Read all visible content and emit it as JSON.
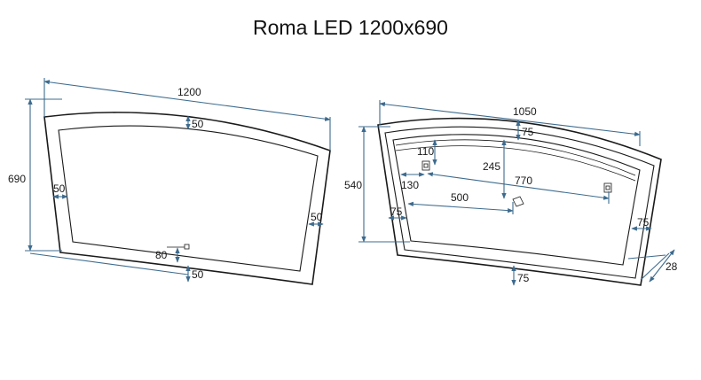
{
  "title": "Roma LED 1200x690",
  "front_view": {
    "dims": {
      "width": "1200",
      "height": "690",
      "top_frame": "50",
      "left_frame": "50",
      "right_frame": "50",
      "bottom_frame": "50",
      "sensor_offset": "80"
    }
  },
  "back_view": {
    "dims": {
      "width": "1050",
      "height": "540",
      "top_frame": "75",
      "hanger_offset": "110",
      "hanger_left": "130",
      "center_depth": "245",
      "hanger_span": "770",
      "connector_offset": "500",
      "left_frame": "75",
      "right_frame": "75",
      "bottom_frame": "75",
      "depth": "28"
    }
  },
  "colors": {
    "dimension_line": "#3d6b8e",
    "outline": "#1a1a1a"
  }
}
